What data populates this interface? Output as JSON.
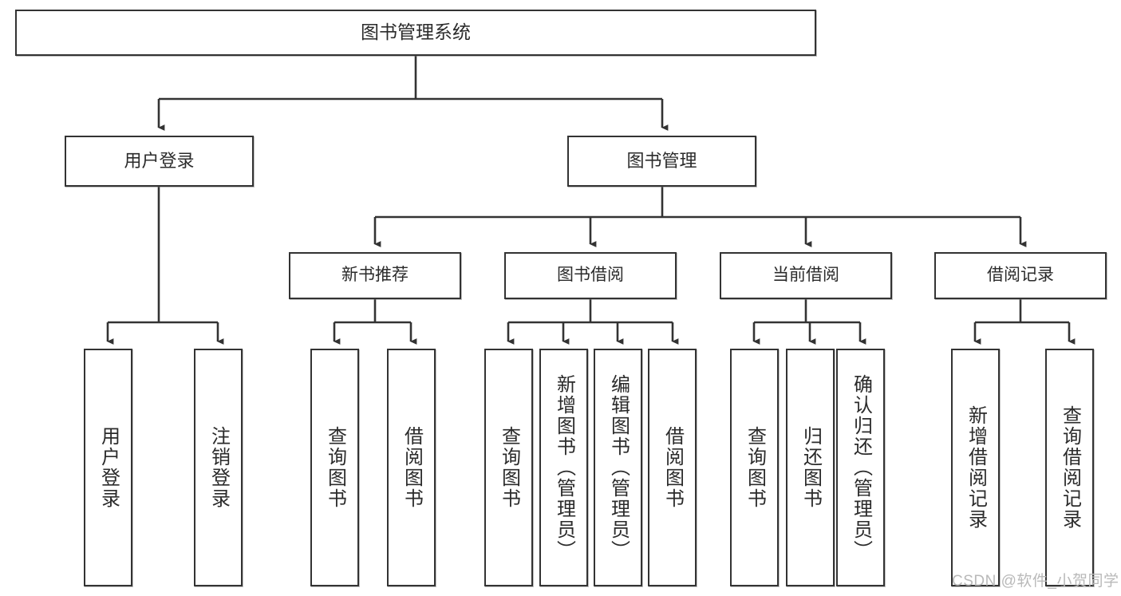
{
  "diagram": {
    "title": "图书管理系统",
    "type": "功能结构图",
    "watermark": "CSDN @软件_小贺同学",
    "colors": {
      "box_border": "#333333",
      "box_fill": "#ffffff",
      "connector": "#333333",
      "text": "#2b2b2b",
      "watermark": "#b9b9b9"
    },
    "root": {
      "label": "图书管理系统"
    },
    "level2": [
      {
        "label": "用户登录"
      },
      {
        "label": "图书管理"
      }
    ],
    "level3": [
      {
        "label": "新书推荐"
      },
      {
        "label": "图书借阅"
      },
      {
        "label": "当前借阅"
      },
      {
        "label": "借阅记录"
      }
    ],
    "leaves": {
      "user_login": [
        {
          "label": "用户登录"
        },
        {
          "label": "注销登录"
        }
      ],
      "new_book": [
        {
          "label": "查询图书"
        },
        {
          "label": "借阅图书"
        }
      ],
      "book_borrow": [
        {
          "label": "查询图书"
        },
        {
          "label": "新增图书（管理员）"
        },
        {
          "label": "编辑图书（管理员）"
        },
        {
          "label": "借阅图书"
        }
      ],
      "current_borrow": [
        {
          "label": "查询图书"
        },
        {
          "label": "归还图书"
        },
        {
          "label": "确认归还（管理员）"
        }
      ],
      "borrow_record": [
        {
          "label": "新增借阅记录"
        },
        {
          "label": "查询借阅记录"
        }
      ]
    }
  }
}
